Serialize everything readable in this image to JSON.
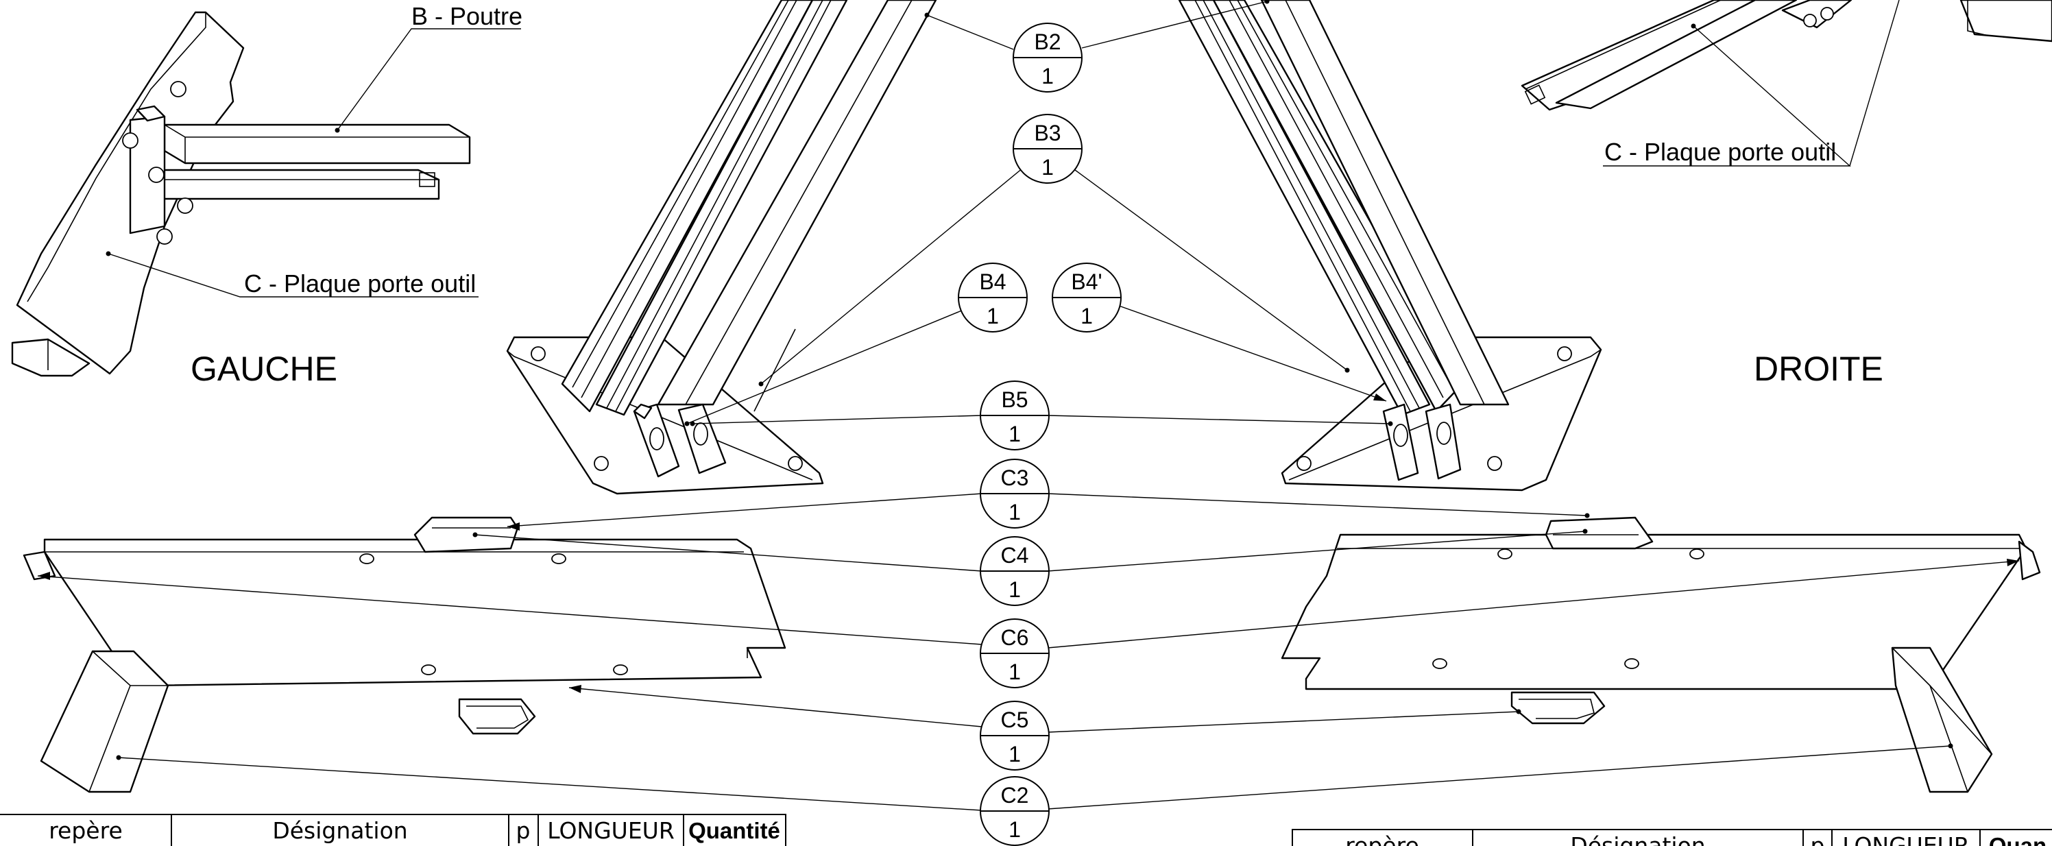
{
  "labels": {
    "poutre": "B - Poutre",
    "plaque_left": "C - Plaque porte outil",
    "plaque_right": "C - Plaque porte outil",
    "gauche": "GAUCHE",
    "droite": "DROITE"
  },
  "bubbles": [
    {
      "id": "B2",
      "qty": "1"
    },
    {
      "id": "B3",
      "qty": "1"
    },
    {
      "id": "B4",
      "qty": "1"
    },
    {
      "id": "B4'",
      "qty": "1"
    },
    {
      "id": "B5",
      "qty": "1"
    },
    {
      "id": "C3",
      "qty": "1"
    },
    {
      "id": "C4",
      "qty": "1"
    },
    {
      "id": "C6",
      "qty": "1"
    },
    {
      "id": "C5",
      "qty": "1"
    },
    {
      "id": "C2",
      "qty": "1"
    }
  ],
  "table_left": {
    "headers": [
      "repère",
      "Désignation",
      "p",
      "LONGUEUR",
      "Quantité"
    ]
  },
  "table_right": {
    "headers": [
      "repère",
      "Désignation",
      "p",
      "LONGUEUR",
      "Quan"
    ]
  }
}
